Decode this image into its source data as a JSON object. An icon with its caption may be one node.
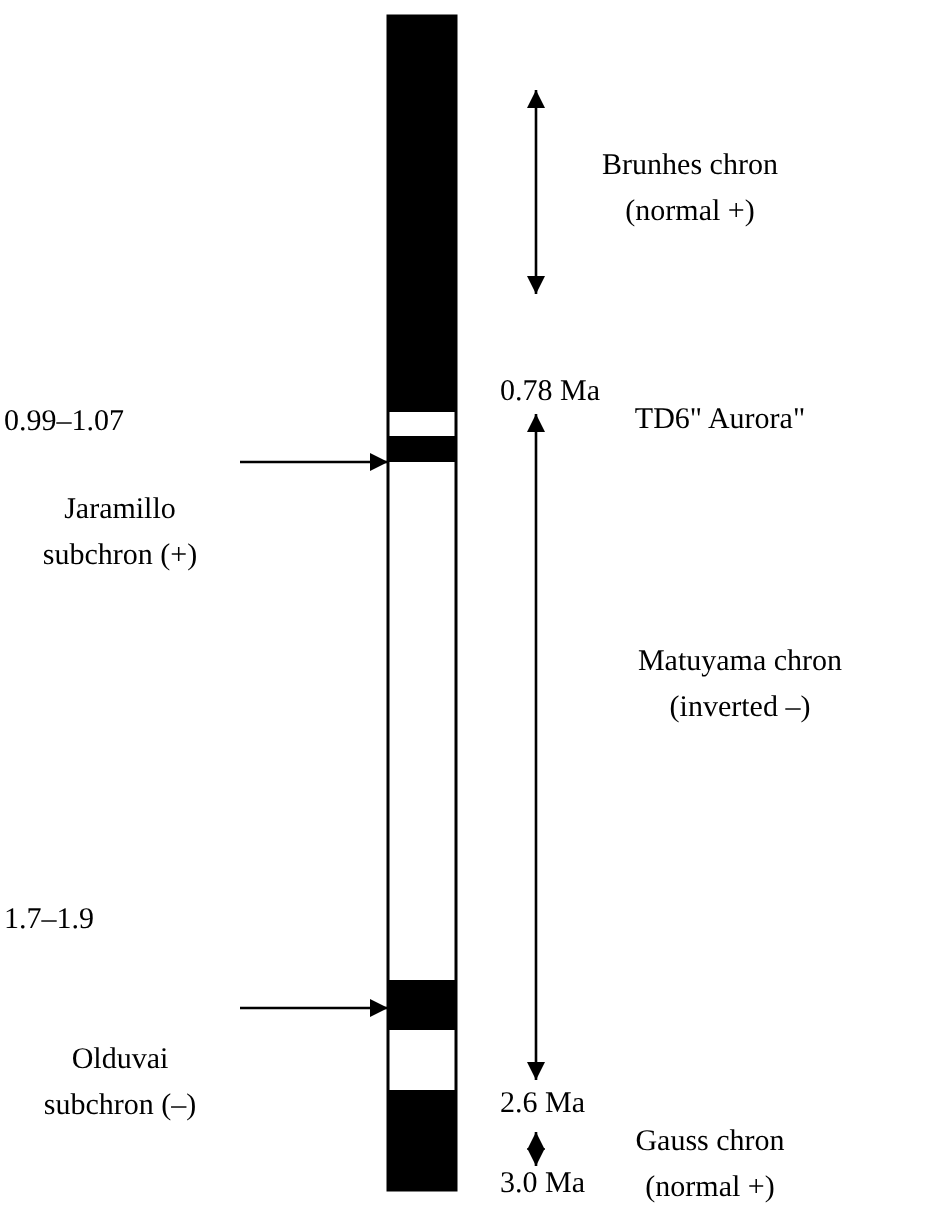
{
  "diagram": {
    "nodes": [
      {
        "text": [
          "0.99–1.07",
          "Jaramillo subchron (+)"
        ]
      },
      {
        "text": [],
        "shape": "bar"
      },
      {
        "text": [
          "1.7–1.9",
          "Olduvai subchron (–)"
        ]
      },
      {
        "text": [],
        "shape": "bar"
      }
    ],
    "edges": [
      {
        "from": 0,
        "to": 1,
        "arrow": "to"
      },
      {
        "from": 2,
        "to": 3,
        "arrow": "to"
      }
    ],
    "labels": [
      "Brunhes chron (normal +)",
      "0.78 Ma",
      "TD6\" Aurora\"",
      "Matuyama chron (inverted –)",
      "2.6 Ma",
      "Gauss chron (normal +)",
      "3.0 Ma"
    ]
  }
}
